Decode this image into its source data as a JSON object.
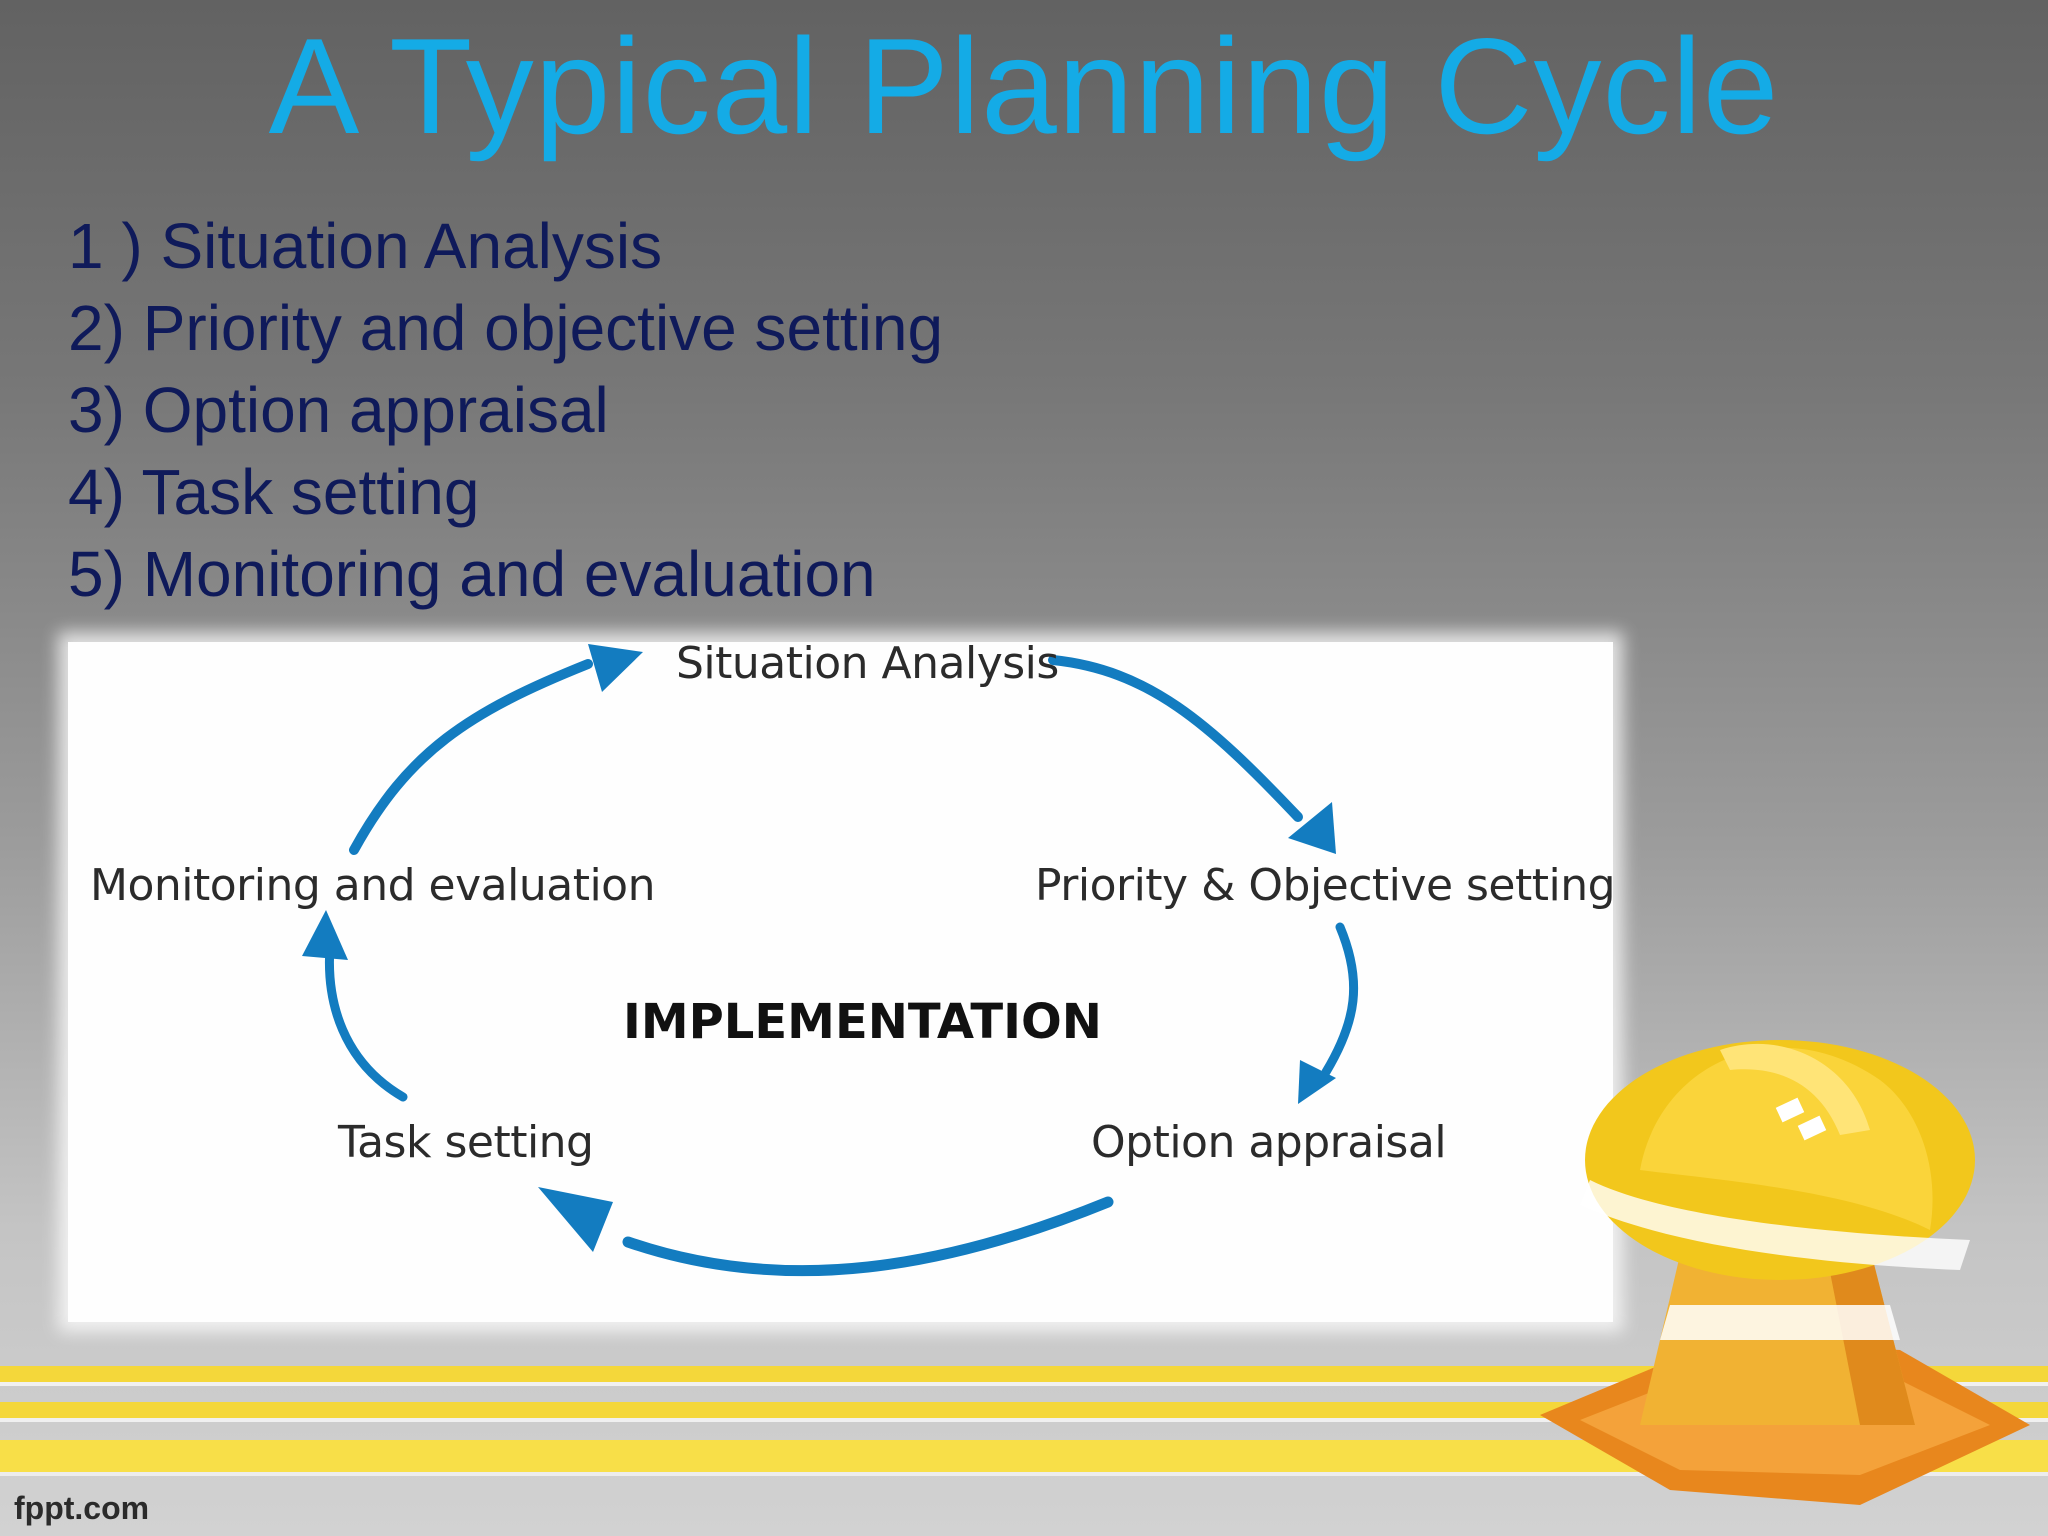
{
  "slide": {
    "title": "A Typical Planning Cycle",
    "steps": [
      "1 ) Situation Analysis",
      "2) Priority and objective setting",
      "3) Option appraisal",
      "4) Task setting",
      "5) Monitoring and evaluation"
    ],
    "footer": "fppt.com"
  },
  "diagram": {
    "nodes": {
      "situation": "Situation Analysis",
      "priority": "Priority & Objective setting",
      "option": "Option appraisal",
      "task": "Task setting",
      "monitoring": "Monitoring and evaluation"
    },
    "center": "IMPLEMENTATION",
    "edges": [
      {
        "from": "Situation Analysis",
        "to": "Priority & Objective setting"
      },
      {
        "from": "Priority & Objective setting",
        "to": "Option appraisal"
      },
      {
        "from": "Option appraisal",
        "to": "Task setting"
      },
      {
        "from": "Task setting",
        "to": "Monitoring and evaluation"
      },
      {
        "from": "Monitoring and evaluation",
        "to": "Situation Analysis"
      }
    ]
  },
  "colors": {
    "title": "#14abe6",
    "steps_text": "#0f1a5a",
    "arrows": "#137cc0",
    "stripes": "#f4d73a",
    "helmet": "#f2c71c",
    "cone": "#f0a92a"
  },
  "icons": [
    "safety-helmet-cone-icon"
  ]
}
